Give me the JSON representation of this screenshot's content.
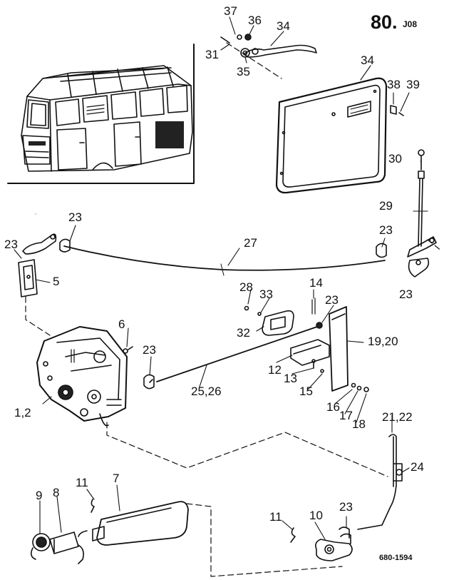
{
  "header": {
    "section": "80.",
    "subsection": "J08"
  },
  "reference_code": "680-1594",
  "callouts": [
    {
      "id": "c37",
      "text": "37"
    },
    {
      "id": "c36",
      "text": "36"
    },
    {
      "id": "c34a",
      "text": "34"
    },
    {
      "id": "c31",
      "text": "31"
    },
    {
      "id": "c35",
      "text": "35"
    },
    {
      "id": "c34b",
      "text": "34"
    },
    {
      "id": "c38",
      "text": "38"
    },
    {
      "id": "c39",
      "text": "39"
    },
    {
      "id": "c30",
      "text": "30"
    },
    {
      "id": "c29",
      "text": "29"
    },
    {
      "id": "c23a",
      "text": "23"
    },
    {
      "id": "c23b",
      "text": "23"
    },
    {
      "id": "c23c",
      "text": "23"
    },
    {
      "id": "c27",
      "text": "27"
    },
    {
      "id": "c5",
      "text": "5"
    },
    {
      "id": "c23d",
      "text": "23"
    },
    {
      "id": "c28",
      "text": "28"
    },
    {
      "id": "c33",
      "text": "33"
    },
    {
      "id": "c14",
      "text": "14"
    },
    {
      "id": "c23e",
      "text": "23"
    },
    {
      "id": "c6",
      "text": "6"
    },
    {
      "id": "c32",
      "text": "32"
    },
    {
      "id": "c1920",
      "text": "19,20"
    },
    {
      "id": "c23f",
      "text": "23"
    },
    {
      "id": "c12",
      "text": "12"
    },
    {
      "id": "c13",
      "text": "13"
    },
    {
      "id": "c15",
      "text": "15"
    },
    {
      "id": "c2526",
      "text": "25,26"
    },
    {
      "id": "c12b",
      "text": "1,2"
    },
    {
      "id": "c16",
      "text": "16"
    },
    {
      "id": "c17",
      "text": "17"
    },
    {
      "id": "c18",
      "text": "18"
    },
    {
      "id": "c2122",
      "text": "21,22"
    },
    {
      "id": "c24",
      "text": "24"
    },
    {
      "id": "c11a",
      "text": "11"
    },
    {
      "id": "c7",
      "text": "7"
    },
    {
      "id": "c9",
      "text": "9"
    },
    {
      "id": "c8",
      "text": "8"
    },
    {
      "id": "c11b",
      "text": "11"
    },
    {
      "id": "c10",
      "text": "10"
    },
    {
      "id": "c23g",
      "text": "23"
    }
  ]
}
